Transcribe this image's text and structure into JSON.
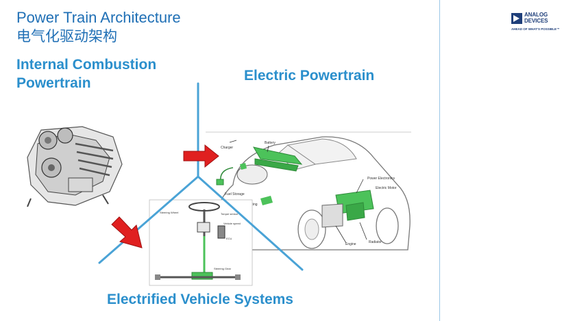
{
  "slide": {
    "title": "Power Train Architecture",
    "subtitle": "电气化驱动架构",
    "labels": {
      "ice_line1": "Internal Combustion",
      "ice_line2": "Powertrain",
      "electric": "Electric Powertrain",
      "evs": "Electrified Vehicle Systems"
    }
  },
  "logo": {
    "name": "ANALOG\nDEVICES",
    "tagline": "AHEAD OF WHAT'S POSSIBLE™"
  },
  "ev_diagram": {
    "callouts": [
      "Battery",
      "Charger",
      "Fuel Storage",
      "Lighting",
      "Power Electronics",
      "Electric Motor",
      "Engine",
      "Radiator"
    ]
  },
  "steering_diagram": {
    "callouts": [
      "Steering Wheel",
      "Torque sensor",
      "Vehicle speed",
      "ECU",
      "Steering Gear"
    ]
  },
  "colors": {
    "title": "#1f6fb5",
    "label": "#2b8fcc",
    "divider": "#4aa3d6",
    "arrow": "#e02020",
    "component": "#4cc25a"
  }
}
